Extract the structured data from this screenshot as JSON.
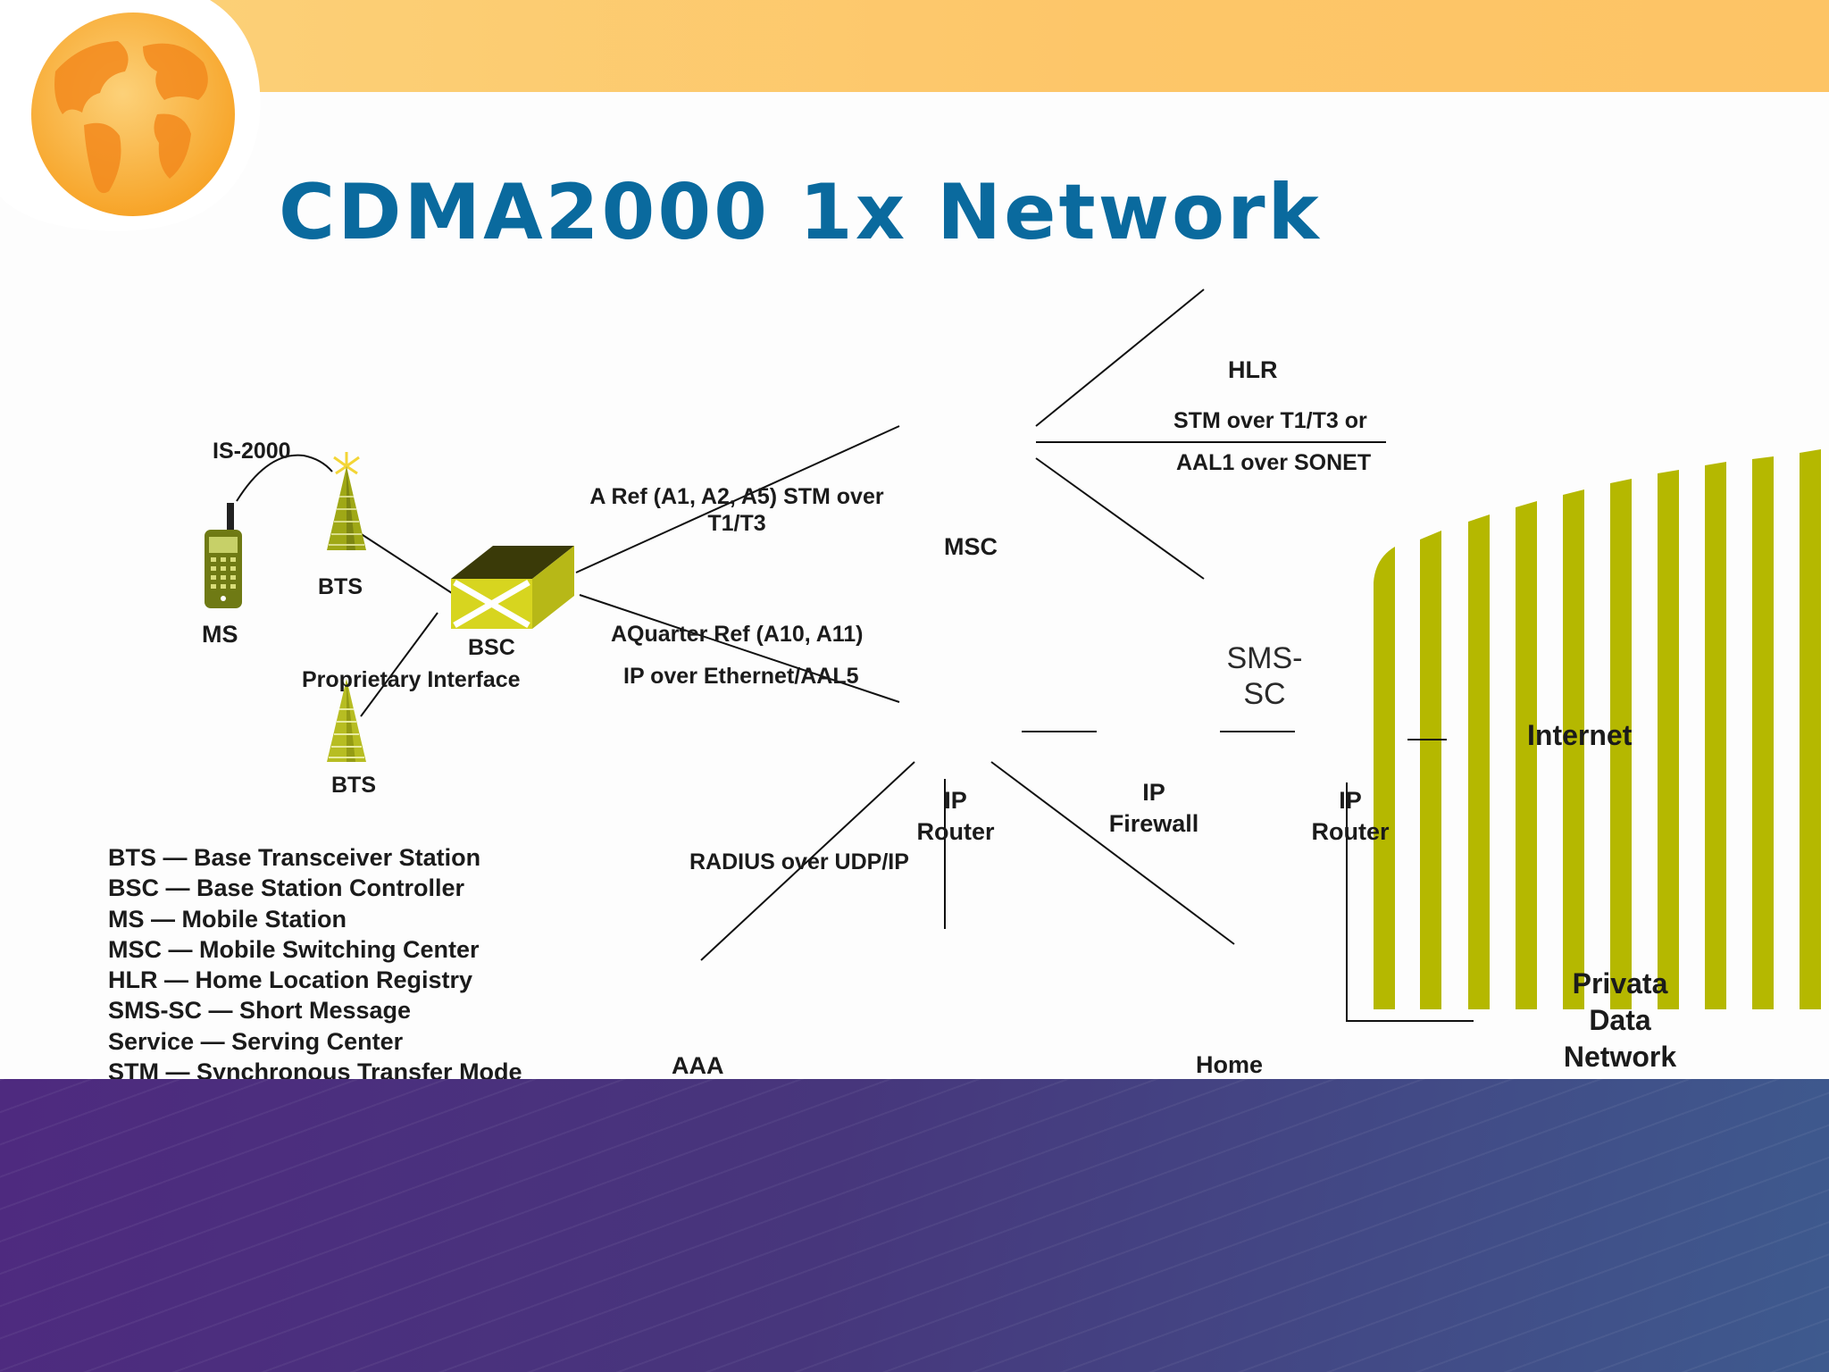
{
  "slide": {
    "title": "CDMA2000 1x Network"
  },
  "colors": {
    "title": "#0a6a9e",
    "top_bar": "#fdc669",
    "stripes": "#b5b800",
    "footer": "#47367c"
  },
  "nodes": {
    "ms": "MS",
    "bts_top": "BTS",
    "bts_bottom": "BTS",
    "bsc": "BSC",
    "msc": "MSC",
    "hlr": "HLR",
    "sms_sc_line1": "SMS-",
    "sms_sc_line2": "SC",
    "ip_router_1_line1": "IP",
    "ip_router_1_line2": "Router",
    "ip_firewall_line1": "IP",
    "ip_firewall_line2": "Firewall",
    "ip_router_2_line1": "IP",
    "ip_router_2_line2": "Router",
    "aaa": "AAA",
    "home": "Home",
    "internet": "Internet",
    "private_data_line1": "Privata",
    "private_data_line2": "Data",
    "private_data_line3": "Network"
  },
  "links": {
    "is2000": "IS-2000",
    "proprietary": "Proprietary Interface",
    "a_ref_line1": "A Ref (A1, A2, A5) STM over",
    "a_ref_line2": "T1/T3",
    "aquarter_line1": "AQuarter Ref (A10, A11)",
    "aquarter_line2": "IP over Ethernet/AAL5",
    "stm_hlr_line1": "STM over T1/T3 or",
    "stm_hlr_line2": "AAL1 over SONET",
    "radius": "RADIUS over UDP/IP"
  },
  "legend": [
    "BTS — Base Transceiver Station",
    "BSC — Base Station Controller",
    "MS — Mobile Station",
    "MSC — Mobile Switching Center",
    "HLR — Home Location Registry",
    "SMS-SC — Short Message",
    "Service — Serving Center",
    "STM — Synchronous Transfer Mode"
  ],
  "icons": {
    "globe": "globe-icon",
    "phone": "mobile-phone-icon",
    "tower": "antenna-tower-icon",
    "bsc_box": "bsc-box-icon"
  }
}
